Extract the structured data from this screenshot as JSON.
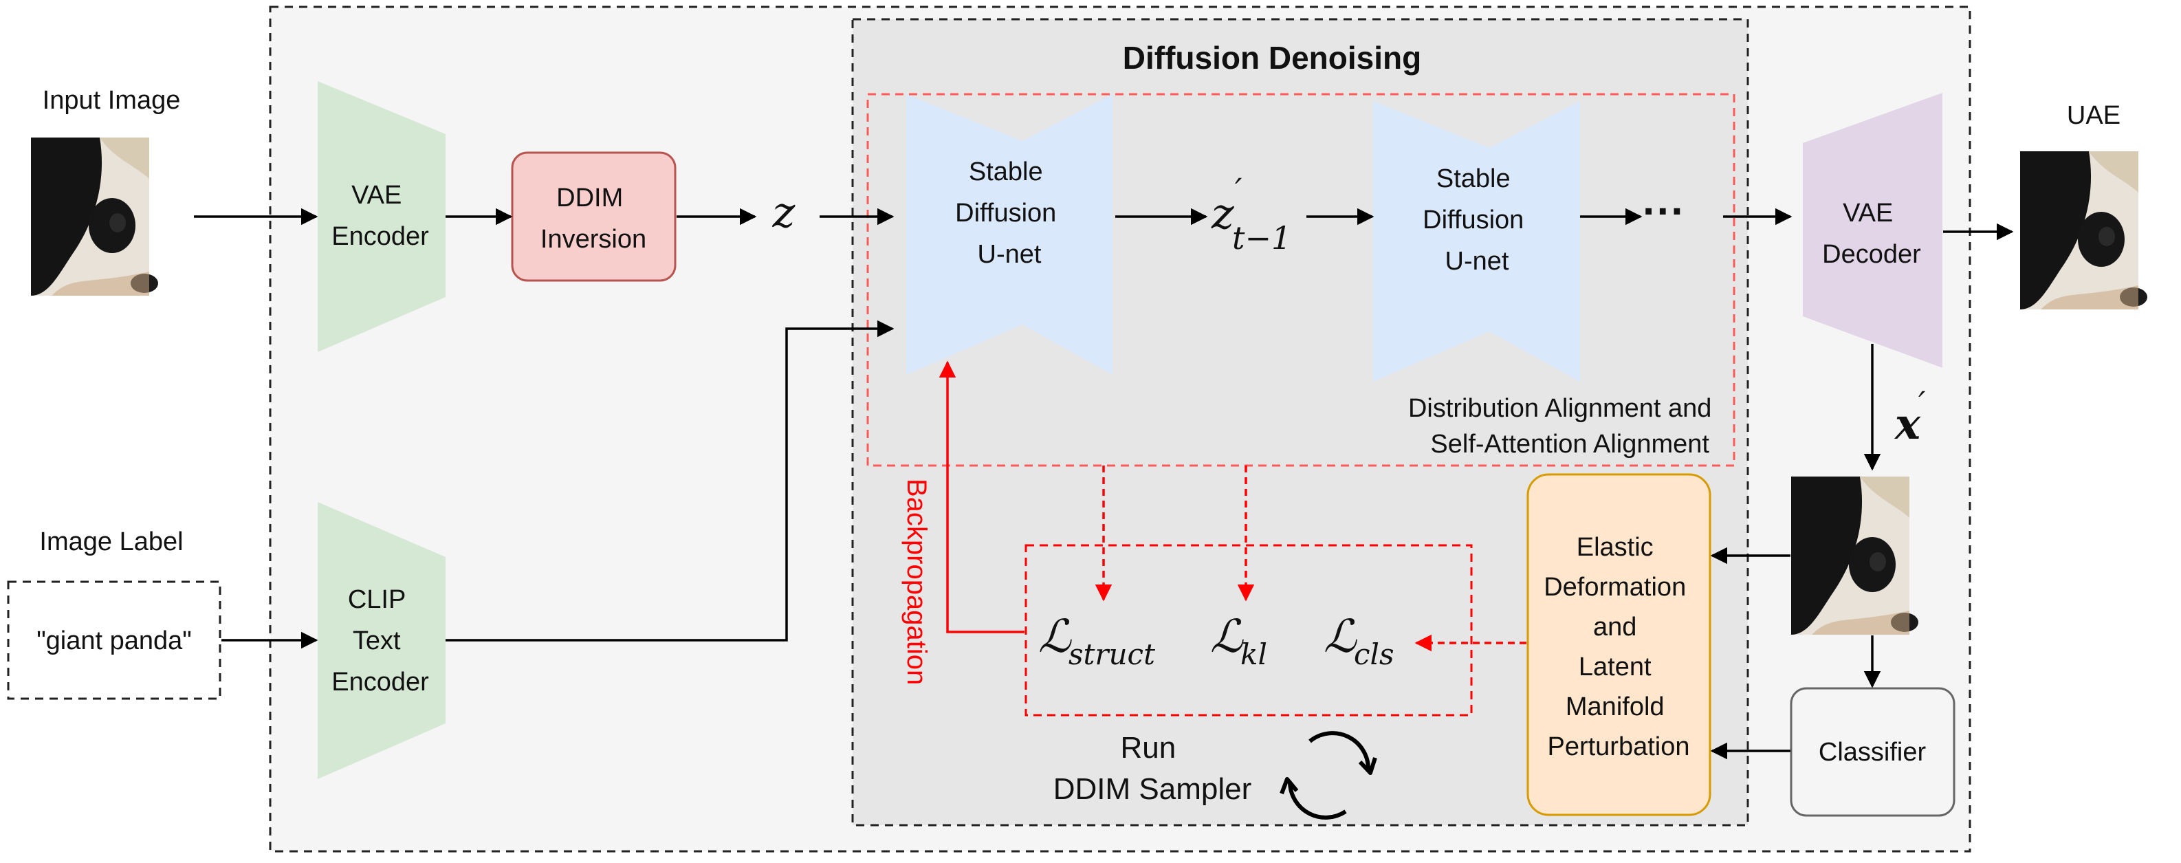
{
  "labels": {
    "input_image": "Input Image",
    "image_label": "Image Label",
    "uae": "UAE",
    "diffusion_denoising": "Diffusion Denoising",
    "backpropagation": "Backpropagation",
    "alignment_line1": "Distribution Alignment and",
    "alignment_line2": "Self-Attention Alignment",
    "run_line1": "Run",
    "run_line2": "DDIM Sampler"
  },
  "nodes": {
    "vae_encoder": [
      "VAE",
      "Encoder"
    ],
    "ddim_inversion": [
      "DDIM",
      "Inversion"
    ],
    "clip_text_encoder": [
      "CLIP",
      "Text",
      "Encoder"
    ],
    "unet1": [
      "Stable",
      "Diffusion",
      "U-net"
    ],
    "unet2": [
      "Stable",
      "Diffusion",
      "U-net"
    ],
    "vae_decoder": [
      "VAE",
      "Decoder"
    ],
    "perturbation": [
      "Elastic",
      "Deformation",
      "and",
      "Latent",
      "Manifold",
      "Perturbation"
    ],
    "classifier": "Classifier",
    "label_text": "\"giant panda\""
  },
  "symbols": {
    "z": "z",
    "z_prev_base": "z",
    "z_prev_sup": "′",
    "z_prev_sub": "t−1",
    "x_prime_base": "x",
    "x_prime_sup": "′",
    "ellipsis": "···",
    "loss_struct_sub": "struct",
    "loss_kl_sub": "kl",
    "loss_cls_sub": "cls",
    "loss_symbol": "ℒ"
  },
  "colors": {
    "encoder_green": "#d5e8d4",
    "inversion_fill": "#f8cecc",
    "inversion_stroke": "#b85450",
    "unet_blue": "#dae8fc",
    "decoder_purple": "#e1d5e7",
    "perturb_fill": "#ffe6cc",
    "perturb_stroke": "#d79b00",
    "red": "#ff0000",
    "panel_grey": "#e6e6e6",
    "outer_grey": "#f5f5f5"
  }
}
